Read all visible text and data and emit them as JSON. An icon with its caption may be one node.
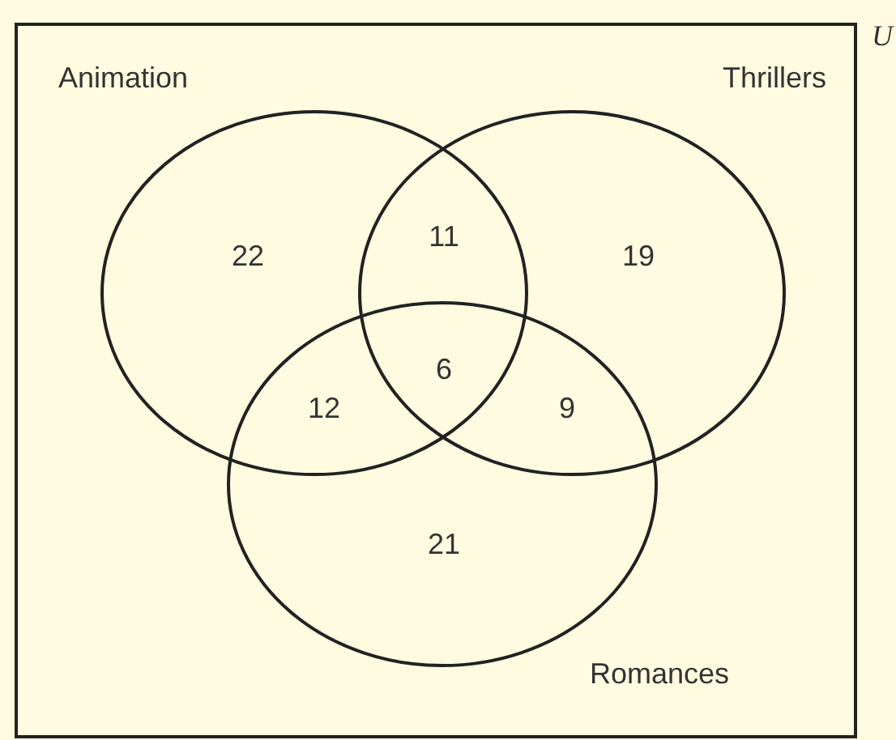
{
  "diagram": {
    "nodes": [
      {
        "text": [
          "U"
        ]
      },
      {
        "text": [
          "Animation"
        ],
        "in": 0
      },
      {
        "text": [
          "Thrillers"
        ],
        "in": 0
      },
      {
        "text": [
          "Romances"
        ],
        "in": 0
      }
    ],
    "labels": [
      "22",
      "11",
      "19",
      "6",
      "12",
      "9",
      "21"
    ]
  }
}
